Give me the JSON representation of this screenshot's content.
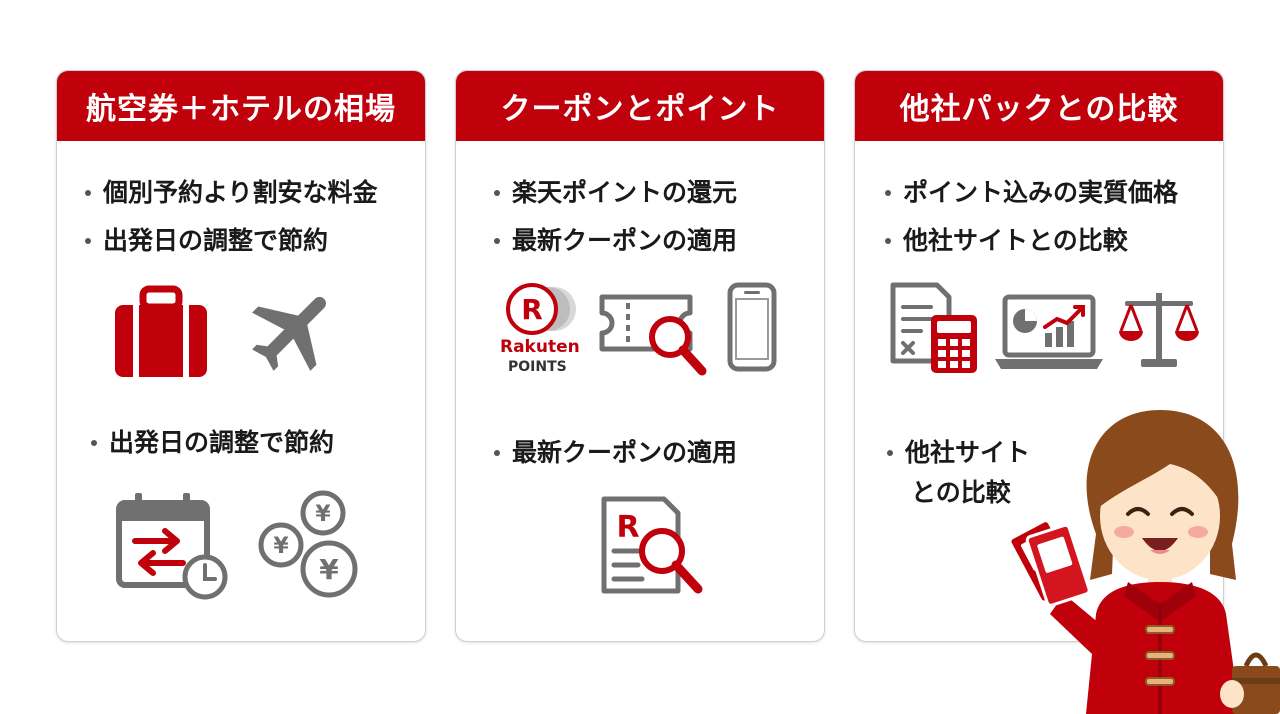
{
  "colors": {
    "accent": "#c0000b",
    "gray": "#6e6e6e",
    "light_gray": "#a6a6a6"
  },
  "cards": [
    {
      "title": "航空券＋ホテルの相場",
      "bullets": [
        "個別予約より割安な料金",
        "出発日の調整で節約"
      ],
      "icons_top": [
        "suitcase-icon",
        "airplane-icon"
      ],
      "sub_bullet": "出発日の調整で節約",
      "icons_bottom": [
        "calendar-swap-icon",
        "yen-coins-icon"
      ]
    },
    {
      "title": "クーポンとポイント",
      "bullets": [
        "楽天ポイントの還元",
        "最新クーポンの適用"
      ],
      "icons_top": [
        "rakuten-points-logo",
        "coupon-search-icon",
        "smartphone-icon"
      ],
      "logo_text": {
        "brand": "Rakuten",
        "sub": "POINTS",
        "letter": "R"
      },
      "sub_bullet": "最新クーポンの適用",
      "icons_bottom": [
        "document-search-icon"
      ]
    },
    {
      "title": "他社パックとの比較",
      "bullets": [
        "ポイント込みの実質価格",
        "他社サイトとの比較"
      ],
      "icons_top": [
        "document-calculator-icon",
        "laptop-chart-icon",
        "balance-scale-icon"
      ],
      "sub_bullet_lines": [
        "他社サイト",
        "との比較"
      ],
      "illustration": "woman-with-tickets-illustration"
    }
  ]
}
